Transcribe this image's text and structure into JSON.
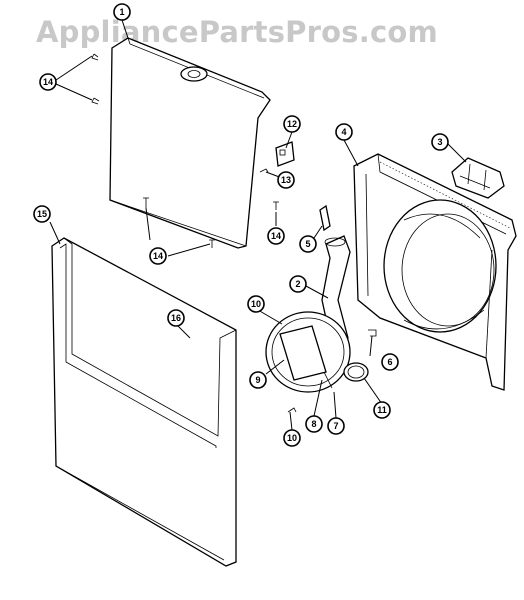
{
  "watermark": {
    "text": "AppliancePartsPros.com",
    "color": "#c8c8c8"
  },
  "callouts": [
    {
      "id": "c1",
      "label": "1"
    },
    {
      "id": "c2",
      "label": "2"
    },
    {
      "id": "c3",
      "label": "3"
    },
    {
      "id": "c4",
      "label": "4"
    },
    {
      "id": "c5",
      "label": "5"
    },
    {
      "id": "c6",
      "label": "6"
    },
    {
      "id": "c7",
      "label": "7"
    },
    {
      "id": "c8",
      "label": "8"
    },
    {
      "id": "c9",
      "label": "9"
    },
    {
      "id": "c10a",
      "label": "10"
    },
    {
      "id": "c10b",
      "label": "10"
    },
    {
      "id": "c11",
      "label": "11"
    },
    {
      "id": "c12",
      "label": "12"
    },
    {
      "id": "c13",
      "label": "13"
    },
    {
      "id": "c14a",
      "label": "14"
    },
    {
      "id": "c14b",
      "label": "14"
    },
    {
      "id": "c14c",
      "label": "14"
    },
    {
      "id": "c15",
      "label": "15"
    },
    {
      "id": "c16",
      "label": "16"
    }
  ]
}
